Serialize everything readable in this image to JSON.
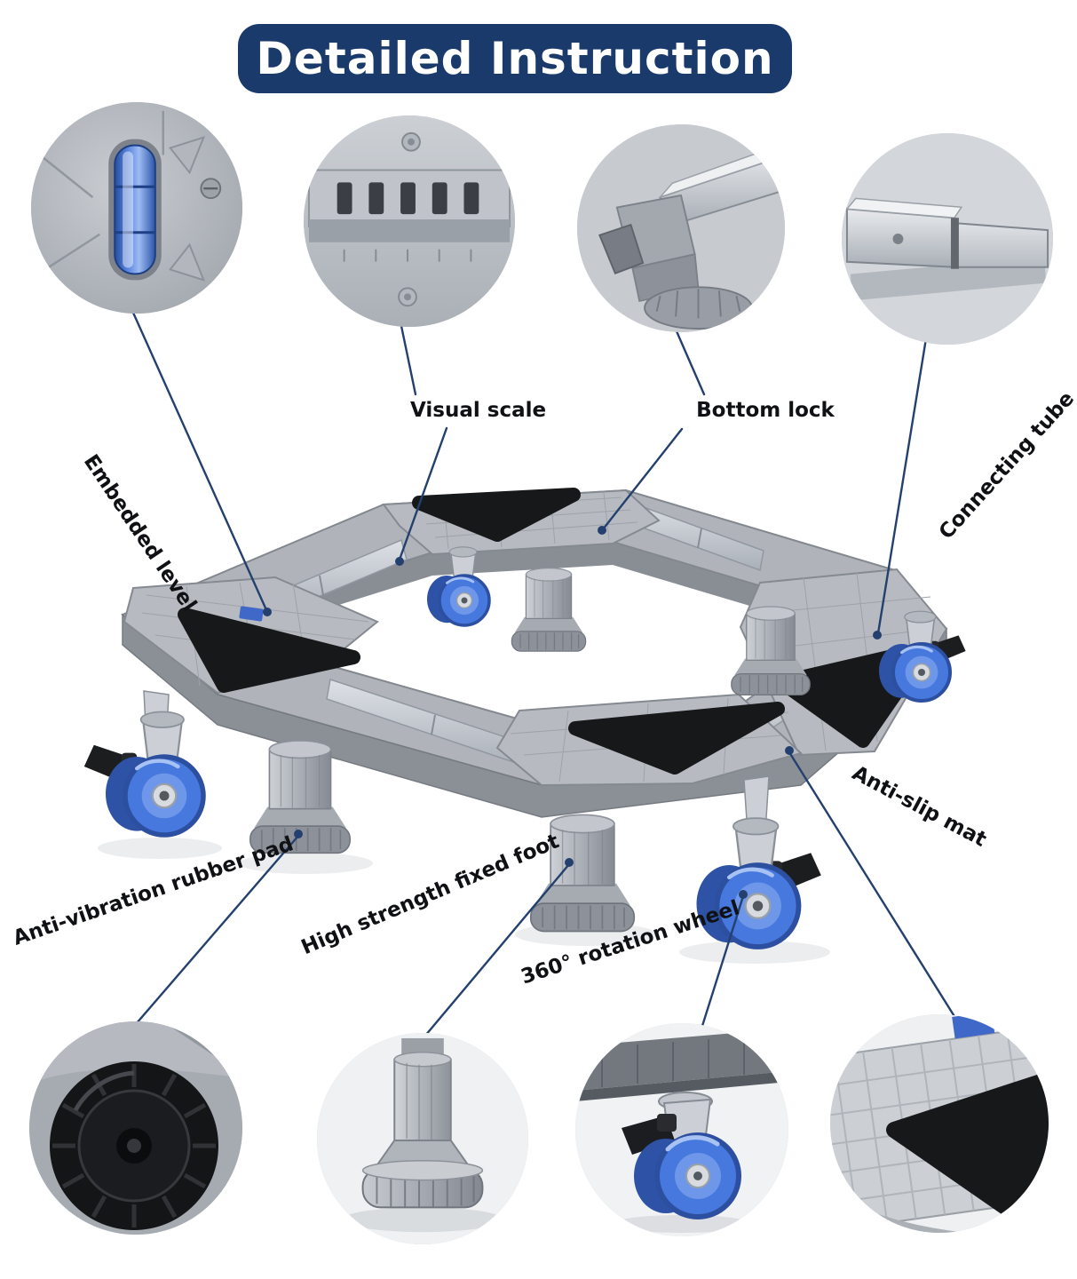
{
  "title": "Detailed Instruction",
  "colors": {
    "banner_bg": "#1a3a6b",
    "banner_text": "#ffffff",
    "leader_line": "#24406e",
    "label_text": "#101114",
    "product_gray": "#b0b4ba",
    "mat_black": "#17181a",
    "wheel_blue": "#4678de",
    "tube_silver": "#ccd0d6"
  },
  "callouts": {
    "top": [
      {
        "id": "embedded-level",
        "label": "Embedded level"
      },
      {
        "id": "visual-scale",
        "label": "Visual scale"
      },
      {
        "id": "bottom-lock",
        "label": "Bottom lock"
      },
      {
        "id": "connecting-tube",
        "label": "Connecting tube"
      }
    ],
    "bottom": [
      {
        "id": "anti-vibration-rubber-pad",
        "label": "Anti-vibration rubber pad"
      },
      {
        "id": "high-strength-fixed-foot",
        "label": "High strength fixed foot"
      },
      {
        "id": "rotation-wheel",
        "label": "360° rotation wheel"
      },
      {
        "id": "anti-slip-mat",
        "label": "Anti-slip mat"
      }
    ]
  }
}
